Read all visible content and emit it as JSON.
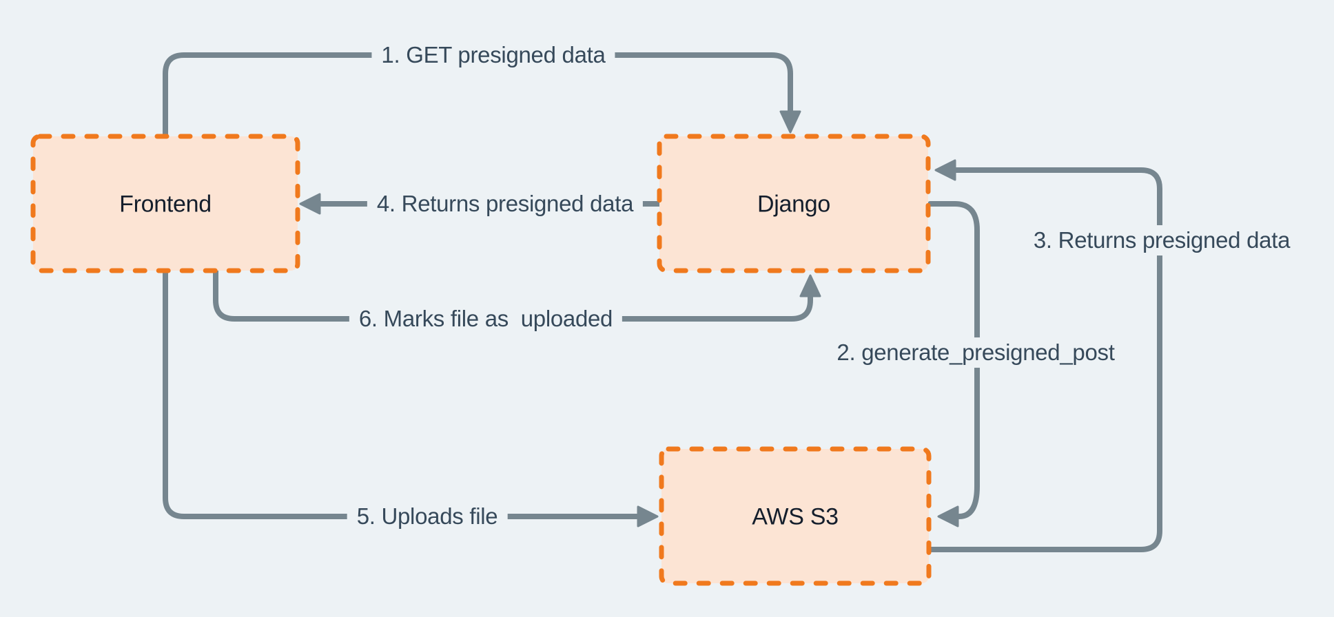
{
  "diagram": {
    "type": "flowchart",
    "description": "Presigned S3 upload flow between Frontend, Django and AWS S3",
    "colors": {
      "background": "#EDF2F5",
      "node_fill": "#FCE4D4",
      "node_border": "#F0791D",
      "arrow": "#76868F",
      "edge_label_text": "#36495A",
      "node_label_text": "#141E2C"
    },
    "nodes": [
      {
        "id": "frontend",
        "label": "Frontend"
      },
      {
        "id": "django",
        "label": "Django"
      },
      {
        "id": "aws-s3",
        "label": "AWS S3"
      }
    ],
    "edges": [
      {
        "step": "1",
        "label": "1. GET presigned data",
        "from": "Frontend",
        "to": "Django"
      },
      {
        "step": "2",
        "label": "2. generate_presigned_post",
        "from": "Django",
        "to": "AWS S3"
      },
      {
        "step": "3",
        "label": "3. Returns presigned data",
        "from": "AWS S3",
        "to": "Django"
      },
      {
        "step": "4",
        "label": "4. Returns presigned data",
        "from": "Django",
        "to": "Frontend"
      },
      {
        "step": "5",
        "label": "5. Uploads file",
        "from": "Frontend",
        "to": "AWS S3"
      },
      {
        "step": "6",
        "label": "6. Marks file as  uploaded",
        "from": "Frontend",
        "to": "Django"
      }
    ]
  }
}
